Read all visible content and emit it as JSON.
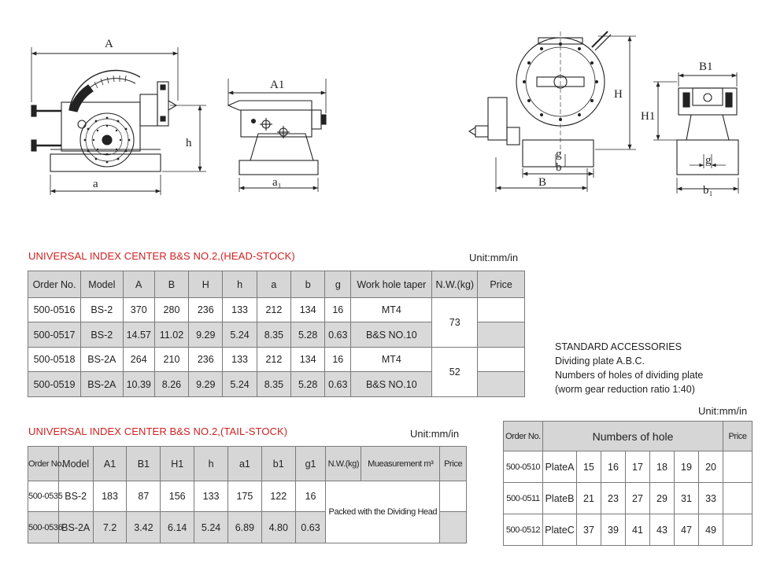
{
  "drawing_labels": {
    "head_A": "A",
    "head_a": "a",
    "head_h": "h",
    "tail_A1": "A1",
    "tail_a1": "a₁",
    "front_H": "H",
    "front_B": "B",
    "front_b": "b",
    "front_g": "g",
    "side_B1": "B1",
    "side_H1": "H1",
    "side_b1": "b₁",
    "side_g": "g"
  },
  "head_stock": {
    "title": "UNIVERSAL INDEX CENTER B&S NO.2,(HEAD-STOCK)",
    "unit": "Unit:mm/in",
    "headers": [
      "Order No.",
      "Model",
      "A",
      "B",
      "H",
      "h",
      "a",
      "b",
      "g",
      "Work hole taper",
      "N.W.(kg)",
      "Price"
    ],
    "rows": [
      [
        "500-0516",
        "BS-2",
        "370",
        "280",
        "236",
        "133",
        "212",
        "134",
        "16",
        "MT4"
      ],
      [
        "500-0517",
        "BS-2",
        "14.57",
        "11.02",
        "9.29",
        "5.24",
        "8.35",
        "5.28",
        "0.63",
        "B&S NO.10"
      ],
      [
        "500-0518",
        "BS-2A",
        "264",
        "210",
        "236",
        "133",
        "212",
        "134",
        "16",
        "MT4"
      ],
      [
        "500-0519",
        "BS-2A",
        "10.39",
        "8.26",
        "9.29",
        "5.24",
        "8.35",
        "5.28",
        "0.63",
        "B&S NO.10"
      ]
    ],
    "nw": [
      "73",
      "52"
    ]
  },
  "accessories": {
    "title": "STANDARD ACCESSORIES",
    "lines": [
      "Dividing plate A.B.C.",
      "Numbers of holes of dividing plate",
      "(worm gear reduction ratio 1:40)"
    ]
  },
  "tail_stock": {
    "title": "UNIVERSAL INDEX CENTER B&S NO.2,(TAIL-STOCK)",
    "unit": "Unit:mm/in",
    "headers": [
      "Order No.",
      "Model",
      "A1",
      "B1",
      "H1",
      "h",
      "a1",
      "b1",
      "g1",
      "N.W.(kg)",
      "Mueasurement m³",
      "Price"
    ],
    "rows": [
      [
        "500-0535",
        "BS-2",
        "183",
        "87",
        "156",
        "133",
        "175",
        "122",
        "16"
      ],
      [
        "500-0536",
        "BS-2A",
        "7.2",
        "3.42",
        "6.14",
        "5.24",
        "6.89",
        "4.80",
        "0.63"
      ]
    ],
    "packed": "Packed with the Dividing Head"
  },
  "plates": {
    "unit": "Unit:mm/in",
    "headers": [
      "Order No.",
      "Numbers of hole",
      "Price"
    ],
    "rows": [
      {
        "order": "500-0510",
        "plate": "PlateA",
        "holes": [
          "15",
          "16",
          "17",
          "18",
          "19",
          "20"
        ]
      },
      {
        "order": "500-0511",
        "plate": "PlateB",
        "holes": [
          "21",
          "23",
          "27",
          "29",
          "31",
          "33"
        ]
      },
      {
        "order": "500-0512",
        "plate": "PlateC",
        "holes": [
          "37",
          "39",
          "41",
          "43",
          "47",
          "49"
        ]
      }
    ]
  }
}
